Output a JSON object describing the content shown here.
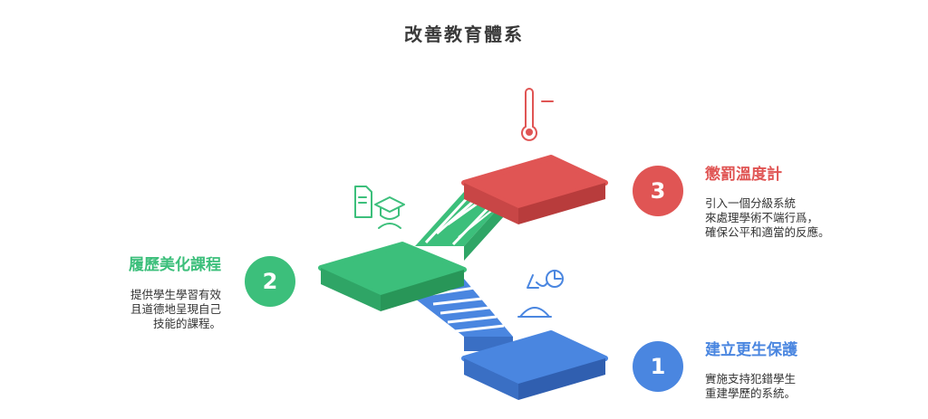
{
  "title": "改善教育體系",
  "colors": {
    "blue": "#4a86e0",
    "green": "#3cbf7b",
    "red": "#e05554"
  },
  "steps": [
    {
      "number": "1",
      "title": "建立更生保護",
      "desc_lines": [
        "實施支持犯錯學生",
        "重建學歷的系統。"
      ],
      "icon": "student-growth-icon",
      "color": "#4a86e0"
    },
    {
      "number": "2",
      "title": "履歷美化課程",
      "desc_lines": [
        "提供學生學習有效",
        "且道德地呈現自己",
        "技能的課程。"
      ],
      "icon": "graduate-resume-icon",
      "color": "#3cbf7b"
    },
    {
      "number": "3",
      "title": "懲罰溫度計",
      "desc_lines": [
        "引入一個分級系統",
        "來處理學術不端行爲，",
        "確保公平和適當的反應。"
      ],
      "icon": "thermometer-icon",
      "color": "#e05554"
    }
  ]
}
